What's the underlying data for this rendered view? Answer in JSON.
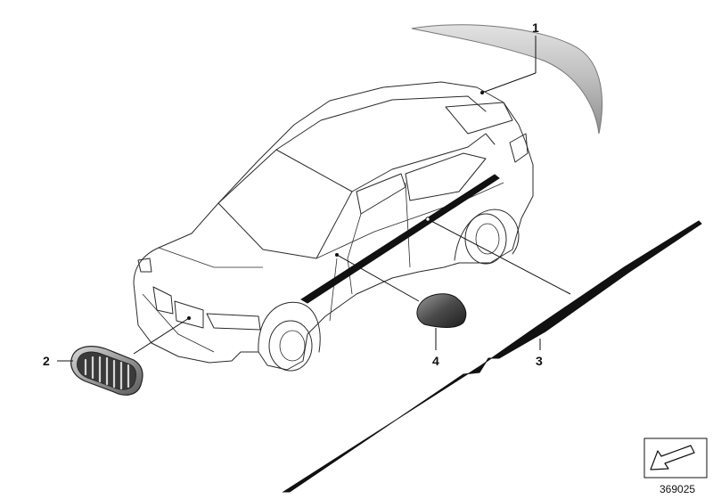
{
  "diagram": {
    "parts": [
      {
        "callout": "1",
        "part": "rear-spoiler",
        "finish": "carbon-gray"
      },
      {
        "callout": "2",
        "part": "kidney-grille",
        "finish": "chrome-black"
      },
      {
        "callout": "3",
        "part": "side-skirt-trim-strip",
        "finish": "black"
      },
      {
        "callout": "4",
        "part": "mirror-cap",
        "finish": "carbon"
      }
    ],
    "document_number": "369025",
    "nav_icon": "navigate-arrow-icon"
  }
}
